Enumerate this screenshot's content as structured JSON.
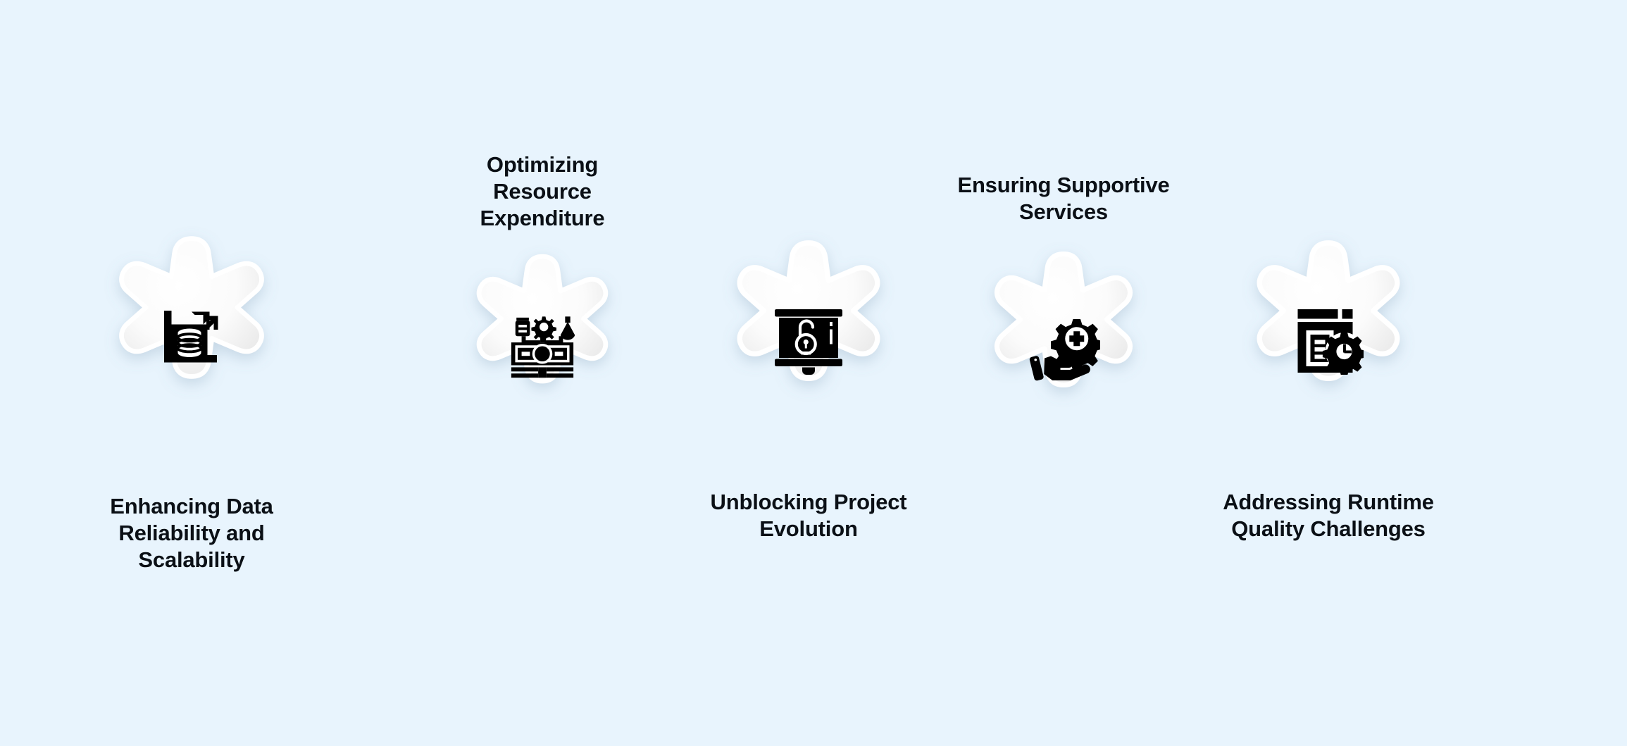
{
  "background_color": "#e8f4fd",
  "text_color": "#0b1016",
  "gear_color": "#ffffff",
  "icon_color": "#000000",
  "diagram": {
    "type": "gear-process-row",
    "step_count": 5,
    "steps": [
      {
        "id": "step-1",
        "label": "Enhancing Data\nReliability and\nScalability",
        "label_position": "below",
        "icon_name": "database-growth-icon",
        "gear_size": 300,
        "font_size": 31
      },
      {
        "id": "step-2",
        "label": "Optimizing\nResource\nExpenditure",
        "label_position": "above",
        "icon_name": "resource-expenditure-money-icon",
        "gear_size": 272,
        "font_size": 31
      },
      {
        "id": "step-3",
        "label": "Unblocking Project\nEvolution",
        "label_position": "below",
        "icon_name": "unlocked-presentation-board-icon",
        "gear_size": 296,
        "font_size": 31
      },
      {
        "id": "step-4",
        "label": "Ensuring Supportive\nServices",
        "label_position": "above",
        "icon_name": "hand-holding-support-gear-icon",
        "gear_size": 286,
        "font_size": 31
      },
      {
        "id": "step-5",
        "label": "Addressing Runtime\nQuality Challenges",
        "label_position": "below",
        "icon_name": "report-runtime-gear-icon",
        "gear_size": 296,
        "font_size": 31
      }
    ]
  }
}
